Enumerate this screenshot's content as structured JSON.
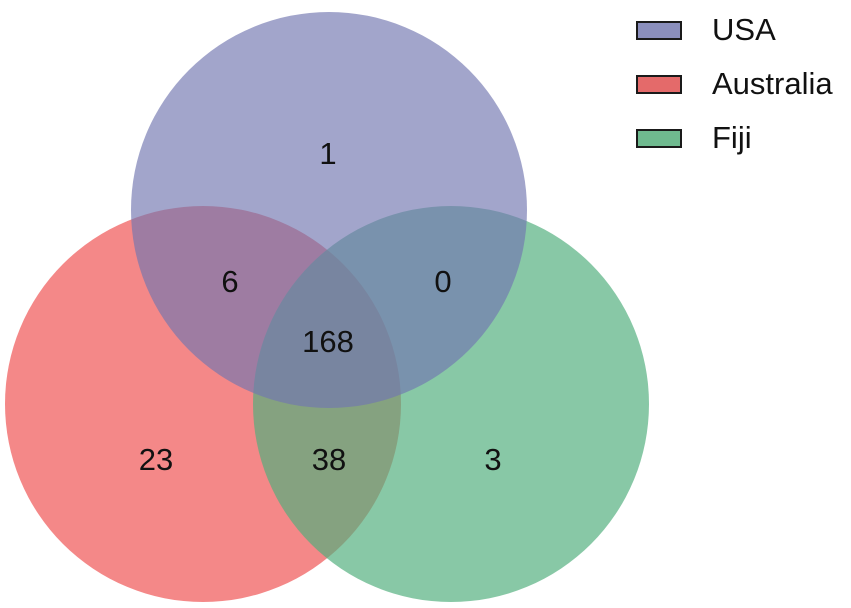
{
  "sets": [
    {
      "name": "USA",
      "color": "#7276b0",
      "swatch": "#8b8fbd"
    },
    {
      "name": "Australia",
      "color": "#f05a5a",
      "swatch": "#e46a6a"
    },
    {
      "name": "Fiji",
      "color": "#4fae7c",
      "swatch": "#6fba8f"
    }
  ],
  "regions": {
    "usa_only": "1",
    "australia_only": "23",
    "fiji_only": "3",
    "usa_australia": "6",
    "usa_fiji": "0",
    "australia_fiji": "38",
    "all_three": "168"
  }
}
